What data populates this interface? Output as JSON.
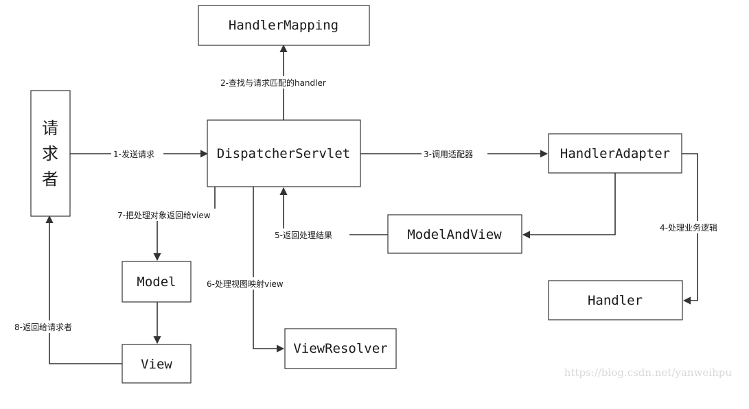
{
  "nodes": {
    "requester": [
      "请",
      "求",
      "者"
    ],
    "dispatcher_servlet": "DispatcherServlet",
    "handler_mapping": "HandlerMapping",
    "handler_adapter": "HandlerAdapter",
    "model_and_view": "ModelAndView",
    "handler": "Handler",
    "model": "Model",
    "view": "View",
    "view_resolver": "ViewResolver"
  },
  "edges": {
    "step1": "1-发送请求",
    "step2": "2-查找与请求匹配的handler",
    "step3": "3-调用适配器",
    "step4": "4-处理业务逻辑",
    "step5": "5-返回处理结果",
    "step6": "6-处理视图映射view",
    "step7": "7-把处理对象返回给view",
    "step8": "8-返回给请求者"
  },
  "watermark": "https://blog.csdn.net/yanweihpu",
  "colors": {
    "line": "#333333",
    "watermark": "#d8d8d8"
  }
}
